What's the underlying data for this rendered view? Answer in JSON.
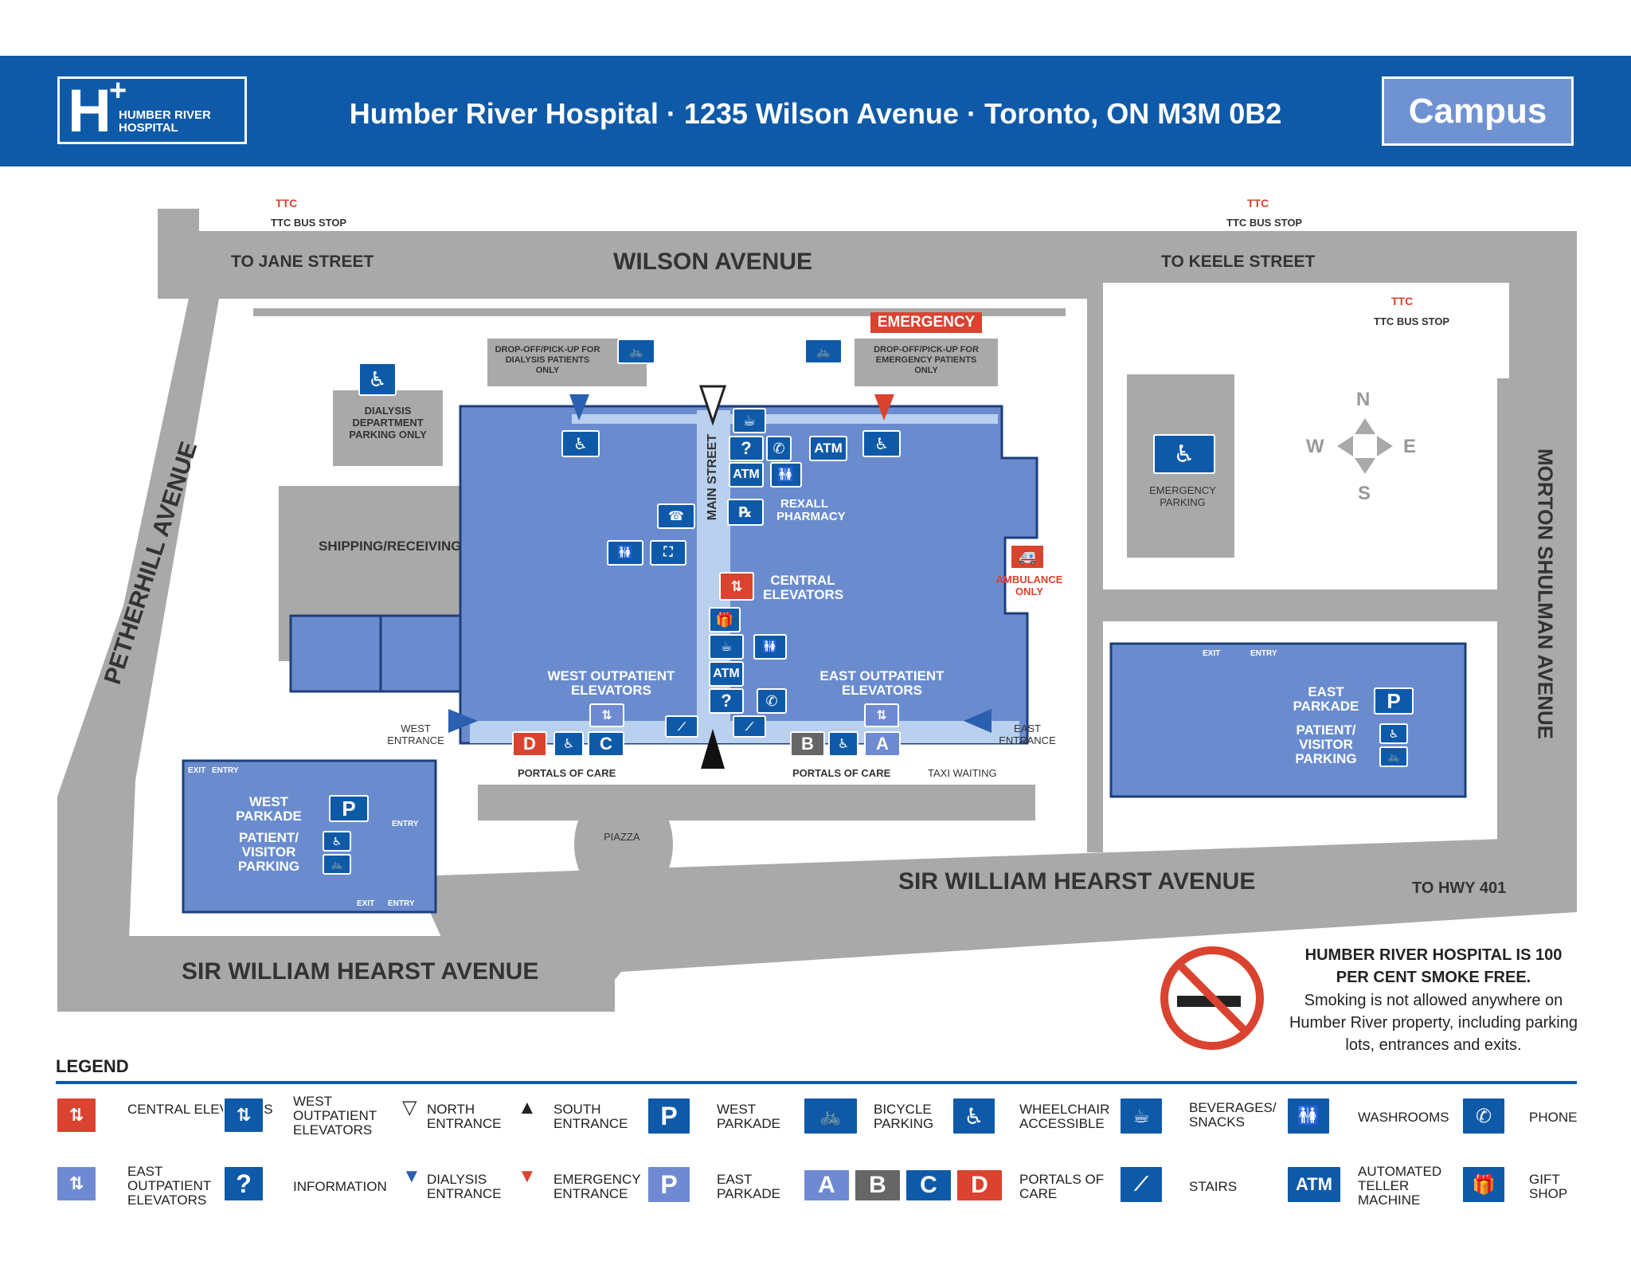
{
  "header": {
    "logo_main": "H",
    "logo_plus": "+",
    "logo_line1": "HUMBER RIVER",
    "logo_line2": "HOSPITAL",
    "title": "Humber River Hospital · 1235 Wilson Avenue · Toronto, ON M3M 0B2",
    "campus_button": "Campus"
  },
  "colors": {
    "header_blue": "#0f5aa8",
    "building_blue": "#6a8ccf",
    "road_gray": "#a9a9a9",
    "emergency_red": "#d9432f"
  },
  "streets": {
    "wilson": "WILSON AVENUE",
    "to_jane": "TO JANE STREET",
    "to_keele": "TO KEELE STREET",
    "petherhill": "PETHERHILL AVENUE",
    "morton": "MORTON SHULMAN AVENUE",
    "hearst_east": "SIR WILLIAM HEARST AVENUE",
    "hearst_west": "SIR WILLIAM HEARST AVENUE",
    "to_hwy": "TO HWY 401"
  },
  "map_labels": {
    "ttc_bus_stop": "TTC BUS STOP",
    "ttc_logo": "TTC",
    "emergency": "EMERGENCY",
    "dropoff_dialysis": "DROP-OFF/PICK-UP FOR DIALYSIS PATIENTS ONLY",
    "dropoff_emergency": "DROP-OFF/PICK-UP FOR EMERGENCY PATIENTS ONLY",
    "dialysis_parking": "DIALYSIS DEPARTMENT PARKING ONLY",
    "shipping": "SHIPPING/RECEIVING",
    "main_street": "MAIN STREET",
    "rexall": "REXALL PHARMACY",
    "central_elevators": "CENTRAL ELEVATORS",
    "west_outpatient": "WEST OUTPATIENT ELEVATORS",
    "east_outpatient": "EAST OUTPATIENT ELEVATORS",
    "ambulance": "AMBULANCE ONLY",
    "emergency_parking": "EMERGENCY PARKING",
    "west_entrance": "WEST ENTRANCE",
    "east_entrance": "EAST ENTRANCE",
    "portals_west": "PORTALS OF CARE",
    "portals_east": "PORTALS OF CARE",
    "taxi": "TAXI WAITING",
    "piazza": "PIAZZA",
    "west_parkade": "WEST PARKADE",
    "east_parkade": "EAST PARKADE",
    "patient_visitor": "PATIENT/ VISITOR PARKING",
    "exit": "EXIT",
    "entry": "ENTRY",
    "atm": "ATM",
    "info": "?",
    "portal_a": "A",
    "portal_b": "B",
    "portal_c": "C",
    "portal_d": "D",
    "p": "P",
    "compass_n": "N",
    "compass_s": "S",
    "compass_e": "E",
    "compass_w": "W"
  },
  "smoke_free": {
    "heading": "HUMBER RIVER HOSPITAL IS 100 PER CENT SMOKE FREE.",
    "body": "Smoking is not allowed anywhere on Humber River property, including parking lots, entrances and exits."
  },
  "legend": {
    "title": "LEGEND",
    "items": [
      {
        "icon": "central-elevator-icon",
        "label": "CENTRAL ELEVATORS"
      },
      {
        "icon": "west-elevator-icon",
        "label": "WEST OUTPATIENT ELEVATORS"
      },
      {
        "icon": "north-entrance-icon",
        "label": "NORTH ENTRANCE"
      },
      {
        "icon": "south-entrance-icon",
        "label": "SOUTH ENTRANCE"
      },
      {
        "icon": "parking-icon",
        "label": "WEST PARKADE"
      },
      {
        "icon": "bicycle-icon",
        "label": "BICYCLE PARKING"
      },
      {
        "icon": "wheelchair-icon",
        "label": "WHEELCHAIR ACCESSIBLE"
      },
      {
        "icon": "coffee-icon",
        "label": "BEVERAGES/ SNACKS"
      },
      {
        "icon": "washroom-icon",
        "label": "WASHROOMS"
      },
      {
        "icon": "phone-icon",
        "label": "PHONE"
      },
      {
        "icon": "east-elevator-icon",
        "label": "EAST OUTPATIENT ELEVATORS"
      },
      {
        "icon": "info-icon",
        "label": "INFORMATION"
      },
      {
        "icon": "dialysis-entrance-icon",
        "label": "DIALYSIS ENTRANCE"
      },
      {
        "icon": "emergency-entrance-icon",
        "label": "EMERGENCY ENTRANCE"
      },
      {
        "icon": "parking-icon",
        "label": "EAST PARKADE"
      },
      {
        "icon": "portals-icon",
        "label": "PORTALS OF CARE"
      },
      {
        "icon": "stairs-icon",
        "label": "STAIRS"
      },
      {
        "icon": "atm-icon",
        "label": "AUTOMATED TELLER MACHINE"
      },
      {
        "icon": "gift-icon",
        "label": "GIFT SHOP"
      }
    ]
  }
}
